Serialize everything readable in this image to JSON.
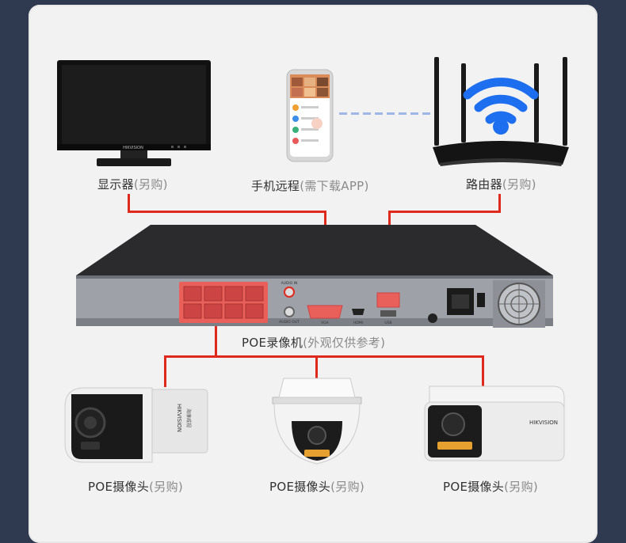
{
  "colors": {
    "wire": "#e0291d",
    "background": "#2f3a50",
    "card": "#f2f2f2",
    "wifi": "#1e6ff0"
  },
  "devices": {
    "monitor": {
      "name": "显示器",
      "note": "(另购)",
      "brand": "HIKVISION",
      "icon": "monitor-icon"
    },
    "phone": {
      "name": "手机远程",
      "note": "(需下载APP)",
      "icon": "smartphone-icon"
    },
    "router": {
      "name": "路由器",
      "note": "(另购)",
      "icon": "wifi-router-icon"
    },
    "nvr": {
      "name": "POE录像机",
      "note": "(外观仅供参考)",
      "ports": {
        "audio_in": "AUDIO IN",
        "audio_out": "AUDIO OUT",
        "vga": "VGA",
        "hdmi": "HDMI",
        "usb": "USB"
      }
    },
    "cameras": [
      {
        "name": "POE摄像头",
        "note": "(另购)",
        "brand": "HIKVISION",
        "sub": "海康威视",
        "icon": "bullet-camera-icon"
      },
      {
        "name": "POE摄像头",
        "note": "(另购)",
        "icon": "dome-camera-icon"
      },
      {
        "name": "POE摄像头",
        "note": "(另购)",
        "brand": "HIKVISION",
        "icon": "bullet-camera-icon"
      }
    ]
  }
}
